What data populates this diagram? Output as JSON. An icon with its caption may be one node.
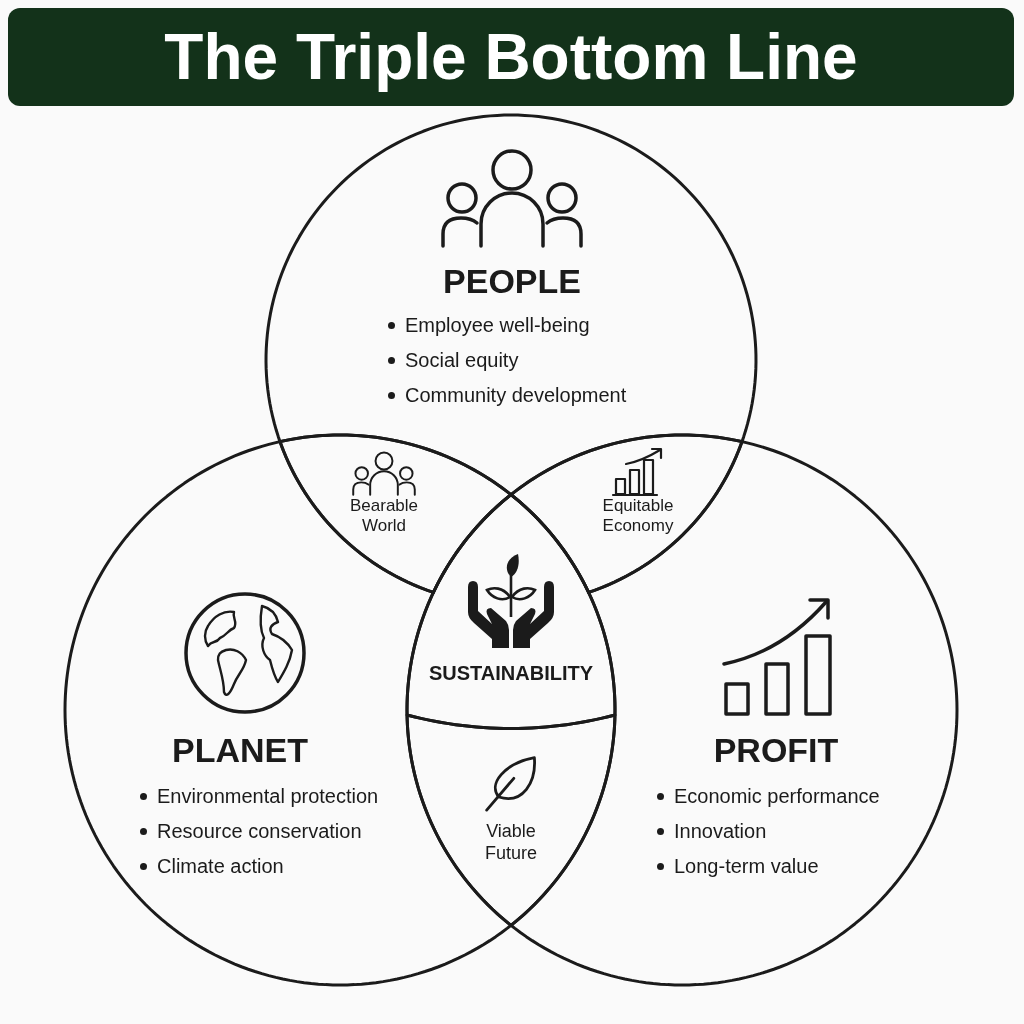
{
  "diagram": {
    "title": "The Triple Bottom Line",
    "nodes": [
      {
        "text": [
          "PEOPLE",
          "Employee well-being",
          "Social equity",
          "Community development"
        ]
      },
      {
        "text": [
          "PLANET",
          "Environmental protection",
          "Resource conservation",
          "Climate action"
        ]
      },
      {
        "text": [
          "PROFIT",
          "Economic performance",
          "Innovation",
          "Long-term value"
        ]
      },
      {
        "text": [
          "Bearable World"
        ]
      },
      {
        "text": [
          "Equitable Economy"
        ]
      },
      {
        "text": [
          "SUSTAINABILITY"
        ]
      },
      {
        "text": [
          "Viable Future"
        ]
      }
    ]
  }
}
